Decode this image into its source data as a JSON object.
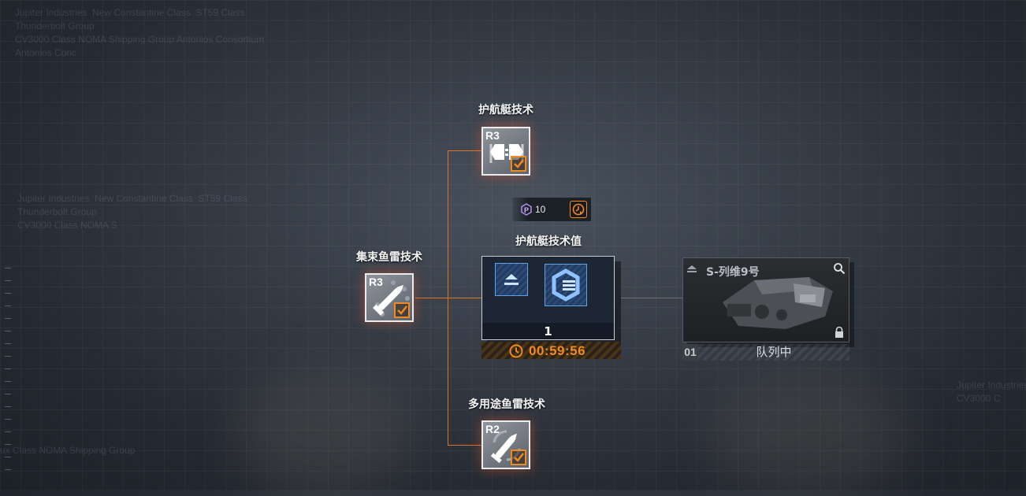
{
  "background_text": [
    "Jupiter Industries  New Constantine Class  ST59 Class\nThunderbolt Group\nCV3000 Class NOMA Shipping Group Antonios Consortium\nAntonios Conc",
    "Jupiter Industries  New Constantine Class  ST59 Class\nThunderbolt Group\nCV3000 Class NOMA S",
    "ux Class NOMA Shipping Group",
    "Jupiter Industries\nCV3000 C"
  ],
  "tech_tree": {
    "nodes": [
      {
        "id": "escort",
        "label": "护航艇技术",
        "rank": "R3",
        "icon": "escort-ship-icon",
        "completed": true
      },
      {
        "id": "beam",
        "label": "集束鱼雷技术",
        "rank": "R3",
        "icon": "torpedo-icon",
        "completed": true
      },
      {
        "id": "multi",
        "label": "多用途鱼雷技术",
        "rank": "R2",
        "icon": "torpedo-icon",
        "completed": true
      }
    ],
    "cost": {
      "icon": "research-point-icon",
      "value": "10",
      "speedup_icon": "speed-up-icon"
    },
    "main": {
      "label": "护航艇技术值",
      "icons": [
        "layer-icon",
        "escort-tech-icon"
      ],
      "quantity": "1",
      "timer": "00:59:56"
    }
  },
  "ship_queue": {
    "name": "S-列维9号",
    "index": "01",
    "status": "队列中",
    "icons": [
      "layer-icon",
      "search-icon",
      "lock-icon"
    ]
  },
  "colors": {
    "accent": "#f08a1e",
    "line": "#d9742a",
    "panel": "#1d2634",
    "icon_blue": "#5fa3e6"
  }
}
